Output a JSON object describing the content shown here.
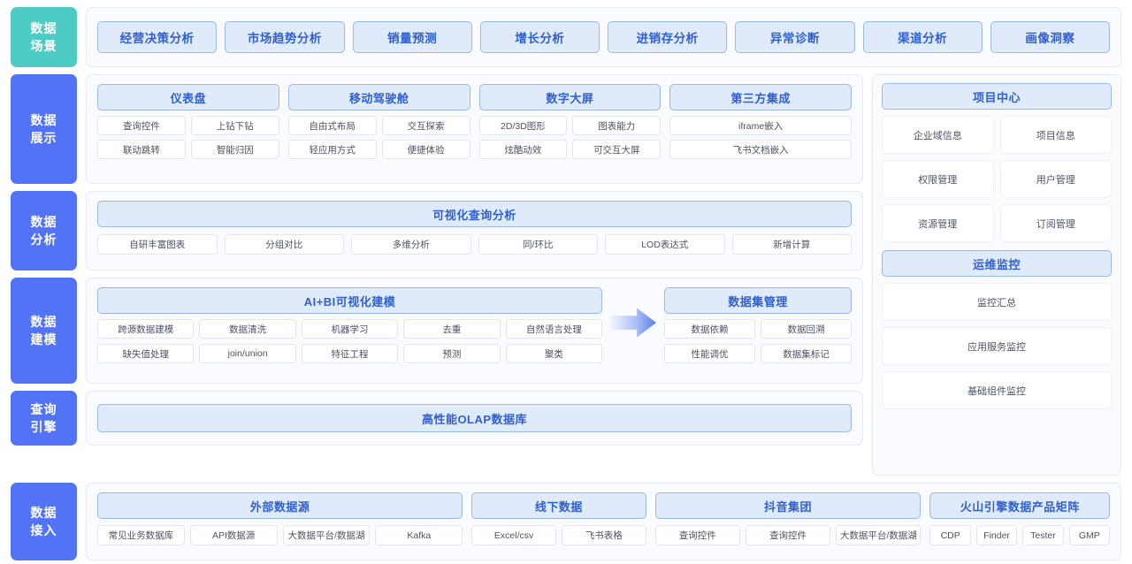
{
  "theme": {
    "teal": "#4ecbc4",
    "blue": "#5273f5",
    "header_fill": "#dfeafb",
    "header_border": "#9cb8e4",
    "header_text": "#2f5fd0",
    "chip_text": "#4b5261",
    "panel_bg": "#fafbfe"
  },
  "rows": {
    "scenario": {
      "label_line1": "数据",
      "label_line2": "场景",
      "items": [
        "经营决策分析",
        "市场趋势分析",
        "销量预测",
        "增长分析",
        "进销存分析",
        "异常诊断",
        "渠道分析",
        "画像洞察"
      ]
    },
    "display": {
      "label_line1": "数据",
      "label_line2": "展示",
      "groups": [
        {
          "title": "仪表盘",
          "row1": [
            "查询控件",
            "上钻下钻"
          ],
          "row2": [
            "联动跳转",
            "智能归因"
          ]
        },
        {
          "title": "移动驾驶舱",
          "row1": [
            "自由式布局",
            "交互探索"
          ],
          "row2": [
            "轻应用方式",
            "便捷体验"
          ]
        },
        {
          "title": "数字大屏",
          "row1": [
            "2D/3D图形",
            "图表能力"
          ],
          "row2": [
            "炫酷动效",
            "可交互大屏"
          ]
        },
        {
          "title": "第三方集成",
          "row1": [
            "iframe嵌入"
          ],
          "row2": [
            "飞书文档嵌入"
          ]
        }
      ]
    },
    "analysis": {
      "label_line1": "数据",
      "label_line2": "分析",
      "title": "可视化查询分析",
      "items": [
        "自研丰富图表",
        "分组对比",
        "多维分析",
        "同/环比",
        "LOD表达式",
        "新增计算"
      ]
    },
    "modeling": {
      "label_line1": "数据",
      "label_line2": "建模",
      "left_title": "AI+BI可视化建模",
      "left_row1": [
        "跨源数据建模",
        "数据清洗",
        "机器学习",
        "去重",
        "自然语言处理"
      ],
      "left_row2": [
        "缺失值处理",
        "join/union",
        "特征工程",
        "预测",
        "聚类"
      ],
      "arrow_icon": "arrow-right-icon",
      "right_title": "数据集管理",
      "right_row1": [
        "数据依赖",
        "数据回溯"
      ],
      "right_row2": [
        "性能调优",
        "数据集标记"
      ]
    },
    "query_engine": {
      "label_line1": "查询",
      "label_line2": "引擎",
      "title": "高性能OLAP数据库"
    },
    "ingestion": {
      "label_line1": "数据",
      "label_line2": "接入",
      "groups": [
        {
          "title": "外部数据源",
          "items": [
            "常见业务数据库",
            "API数据源",
            "大数据平台/数据湖",
            "Kafka"
          ]
        },
        {
          "title": "线下数据",
          "items": [
            "Excel/csv",
            "飞书表格"
          ]
        },
        {
          "title": "抖音集团",
          "items": [
            "查询控件",
            "查询控件",
            "大数据平台/数据湖"
          ]
        },
        {
          "title": "火山引擎数据产品矩阵",
          "items": [
            "CDP",
            "Finder",
            "Tester",
            "GMP"
          ]
        }
      ]
    }
  },
  "side_panel": {
    "project_center": {
      "title": "项目中心",
      "tiles": [
        "企业域信息",
        "项目信息",
        "权限管理",
        "用户管理",
        "资源管理",
        "订阅管理"
      ]
    },
    "ops_monitor": {
      "title": "运维监控",
      "tiles": [
        "监控汇总",
        "应用服务监控",
        "基础组件监控"
      ]
    }
  }
}
